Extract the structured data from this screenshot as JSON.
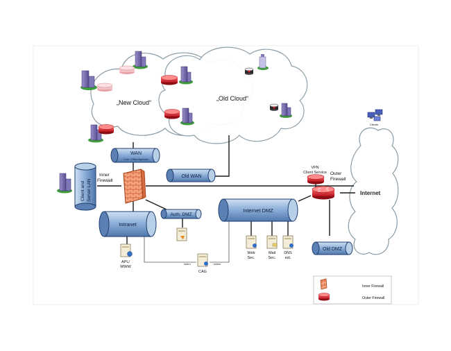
{
  "clouds": {
    "new_cloud": "„New Cloud“",
    "old_cloud": "„Old Cloud“",
    "internet": "Internet"
  },
  "segments": {
    "wan": "WAN",
    "wan_sub": "Core / Office Agencies",
    "old_wan": "Old WAN",
    "client_lan_line1": "Client and",
    "client_lan_line2": "Server LAN",
    "intranet": "Intranet",
    "auth_dmz": "Auth. DMZ",
    "internet_dmz": "Internet DMZ",
    "old_dmz": "Old DMZ"
  },
  "devices": {
    "inner_firewall_line1": "Inner",
    "inner_firewall_line2": "Firewall",
    "vpn_line1": "VPN",
    "vpn_line2": "Client Service",
    "outer_firewall_line1": "Outer",
    "outer_firewall_line2": "Firewall",
    "clients": "Clients",
    "apl_line1": "APL/",
    "apl_line2": "WWW",
    "cag": "CAG",
    "cag_intern": "intern",
    "cag_extern": "extern",
    "web_line1": "Web",
    "web_line2": "Sec.",
    "mail_line1": "Mail",
    "mail_line2": "Sec.",
    "dns_line1": "DNS",
    "dns_line2": "ext."
  },
  "legend": {
    "inner_firewall": "Inner Firewall",
    "outer_firewall": "Outer Firewall"
  },
  "colors": {
    "pipe_fill": "#8fb0d9",
    "pipe_stroke": "#1f3e6e",
    "firewall_brick": "#f08a5e",
    "router_red": "#d9232e",
    "cloud_stroke": "#8a9aa4"
  }
}
